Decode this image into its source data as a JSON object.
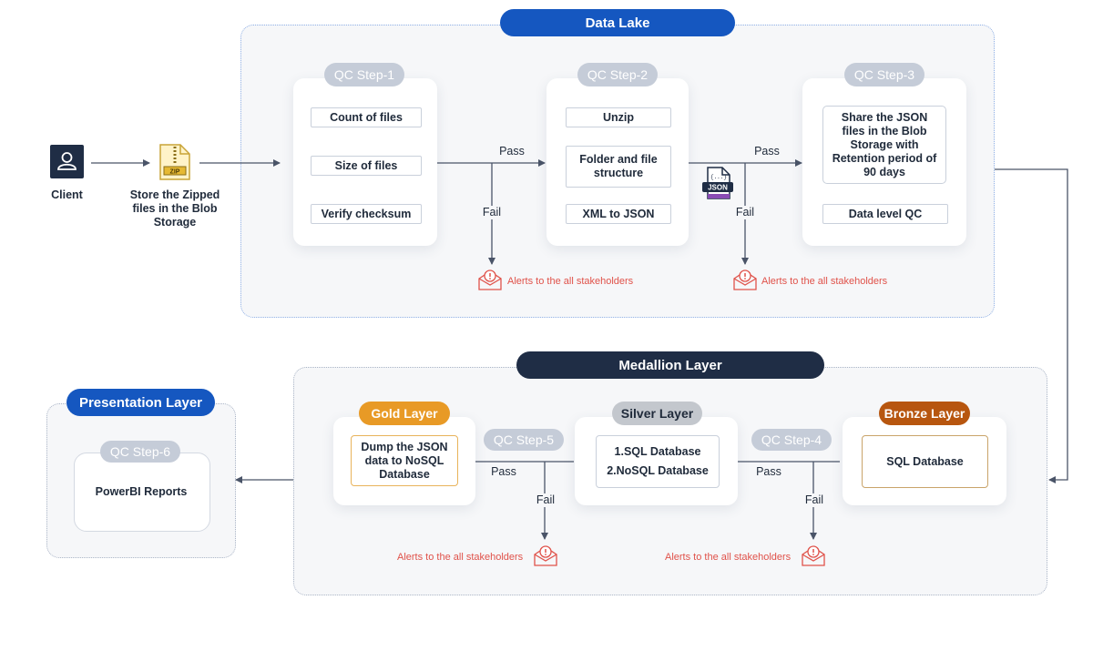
{
  "data_lake": {
    "title": "Data Lake",
    "client_label": "Client",
    "store_label": "Store the Zipped files in the Blob Storage",
    "zip_text": "ZIP",
    "json_text": "JSON",
    "qc1": {
      "tag": "QC Step-1",
      "items": [
        "Count of files",
        "Size of files",
        "Verify checksum"
      ]
    },
    "qc2": {
      "tag": "QC Step-2",
      "items": [
        "Unzip",
        "Folder and file structure",
        "XML to JSON"
      ]
    },
    "qc3": {
      "tag": "QC Step-3",
      "share": "Share the JSON files in the Blob Storage with Retention period of 90 days",
      "data_qc": "Data level QC"
    },
    "pass1": "Pass",
    "fail1": "Fail",
    "pass2": "Pass",
    "fail2": "Fail",
    "alert1": "Alerts to the all stakeholders",
    "alert2": "Alerts to the all stakeholders"
  },
  "medallion": {
    "title": "Medallion Layer",
    "bronze": {
      "tag": "Bronze Layer",
      "content": "SQL Database"
    },
    "silver": {
      "tag": "Silver Layer",
      "line1": "1.SQL Database",
      "line2": "2.NoSQL Database"
    },
    "gold": {
      "tag": "Gold Layer",
      "content": "Dump the JSON data to NoSQL Database"
    },
    "qc4": "QC Step-4",
    "qc5": "QC Step-5",
    "pass4": "Pass",
    "fail4": "Fail",
    "pass5": "Pass",
    "fail5": "Fail",
    "alert4": "Alerts to the all stakeholders",
    "alert5": "Alerts to the all stakeholders"
  },
  "presentation": {
    "title": "Presentation Layer",
    "qc6": "QC Step-6",
    "content": "PowerBI Reports"
  },
  "colors": {
    "primary_blue": "#1557c0",
    "dark_navy": "#1f2d45",
    "gold": "#e89a26",
    "bronze": "#b7560f",
    "silver": "#c3c7cd",
    "qc_grey": "#c5ccd8",
    "alert_red": "#e0524a"
  }
}
